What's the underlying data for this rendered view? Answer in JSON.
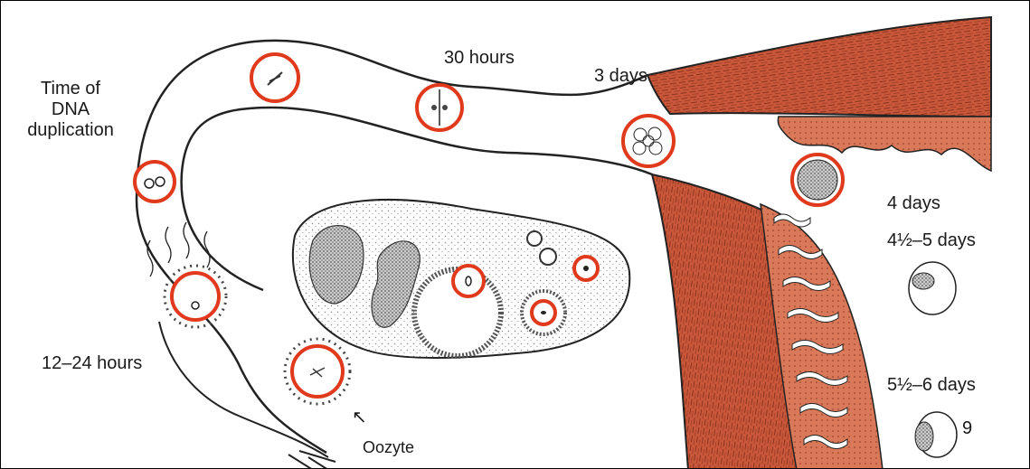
{
  "labels": {
    "dna_line1": "Time of",
    "dna_line2": "DNA",
    "dna_line3": "duplication",
    "thirty_hours": "30 hours",
    "three_days": "3 days",
    "twelve_24_hours": "12–24 hours",
    "four_days": "4 days",
    "four_half_5_days": "4½–5 days",
    "five_half_6_days": "5½–6 days",
    "nine": "9",
    "oozyte": "Oozyte"
  },
  "arrow_symbol": "↖",
  "colors": {
    "highlight_ring": "#e0391b",
    "uterine_muscle": "#c9573a",
    "uterine_muscle_light": "#d9795a",
    "outline": "#222222",
    "tube_fill": "#ffffff",
    "stipple": "#888888"
  }
}
